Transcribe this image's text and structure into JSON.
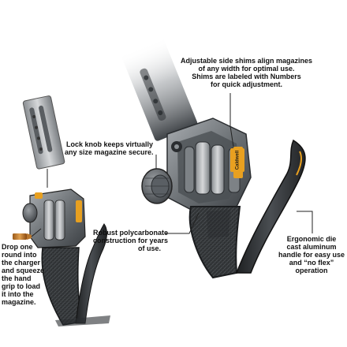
{
  "callouts": {
    "shims": {
      "lines": [
        "Adjustable side shims align magazines",
        "of any width for optimal use.",
        "Shims are labeled with Numbers",
        "for quick adjustment."
      ]
    },
    "lock_knob": {
      "lines": [
        "Lock knob keeps virtually",
        "any size magazine secure."
      ]
    },
    "polycarbonate": {
      "lines": [
        "Robust polycarbonate",
        "construction for years",
        "of use."
      ]
    },
    "ergonomic": {
      "lines": [
        "Ergonomic die",
        "cast aluminum",
        "handle for easy use",
        "and “no flex”",
        "operation"
      ]
    },
    "instructions": {
      "lines": [
        "Drop one",
        "round into",
        "the charger",
        "and squeeze",
        "the hand",
        "grip to load",
        "it into the",
        "magazine."
      ]
    }
  },
  "brand_logo": "Caldwell",
  "colors": {
    "accent_orange": "#e8a020",
    "body_dark": "#3a3d40",
    "body_mid": "#5a5f64",
    "clear_body": "#8d9296",
    "magazine_steel": "#b9bcbf",
    "grip_texture": "#2c2e30",
    "leader_line": "#222222"
  }
}
